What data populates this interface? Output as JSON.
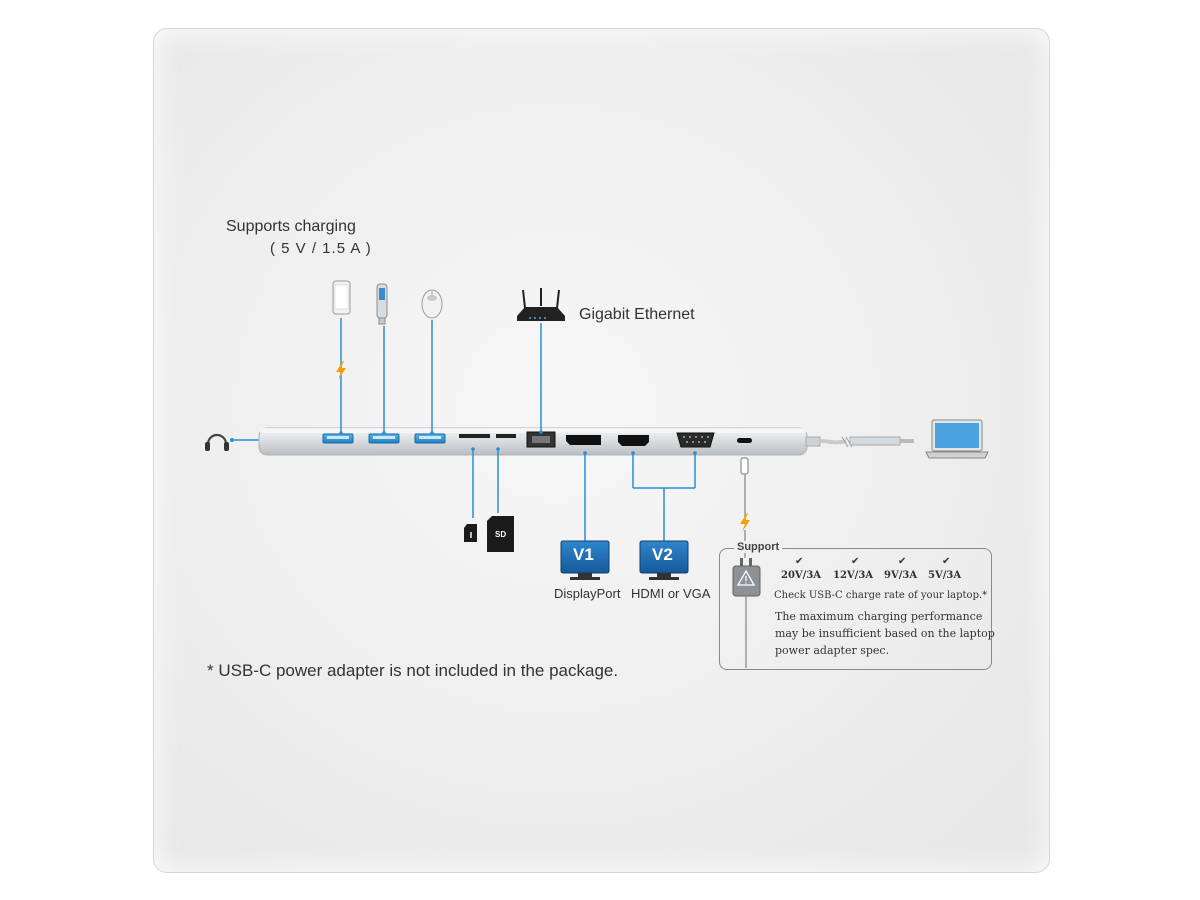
{
  "charging": {
    "title": "Supports charging",
    "spec": "( 5 V / 1.5 A )"
  },
  "ethernet": {
    "label": "Gigabit Ethernet"
  },
  "sd_card": {
    "label": "SD"
  },
  "monitors": [
    {
      "badge": "V1",
      "caption": "DisplayPort"
    },
    {
      "badge": "V2",
      "caption": "HDMI or VGA"
    }
  ],
  "support": {
    "title": "Support",
    "voltages": [
      "20V/3A",
      "12V/3A",
      "9V/3A",
      "5V/3A"
    ],
    "tick_symbol": "✔",
    "check_note": "Check USB-C charge rate of your laptop.*",
    "perf_lines": [
      "The maximum charging performance",
      "may be insufficient based on the laptop",
      "power adapter spec."
    ]
  },
  "footnote": "* USB-C power adapter is not included in the package.",
  "colors": {
    "accent_blue": "#2a8fd0",
    "charge_orange": "#f5a000",
    "monitor_blue": "#1f6fb5",
    "hub_silver": "#d6d9dc"
  },
  "icons": [
    "headphones-icon",
    "smartphone-icon",
    "usb-flash-drive-icon",
    "mouse-icon",
    "router-icon",
    "microsd-card-icon",
    "sd-card-icon",
    "monitor-icon",
    "power-adapter-icon",
    "laptop-icon",
    "lightning-icon",
    "checkmark-icon"
  ]
}
